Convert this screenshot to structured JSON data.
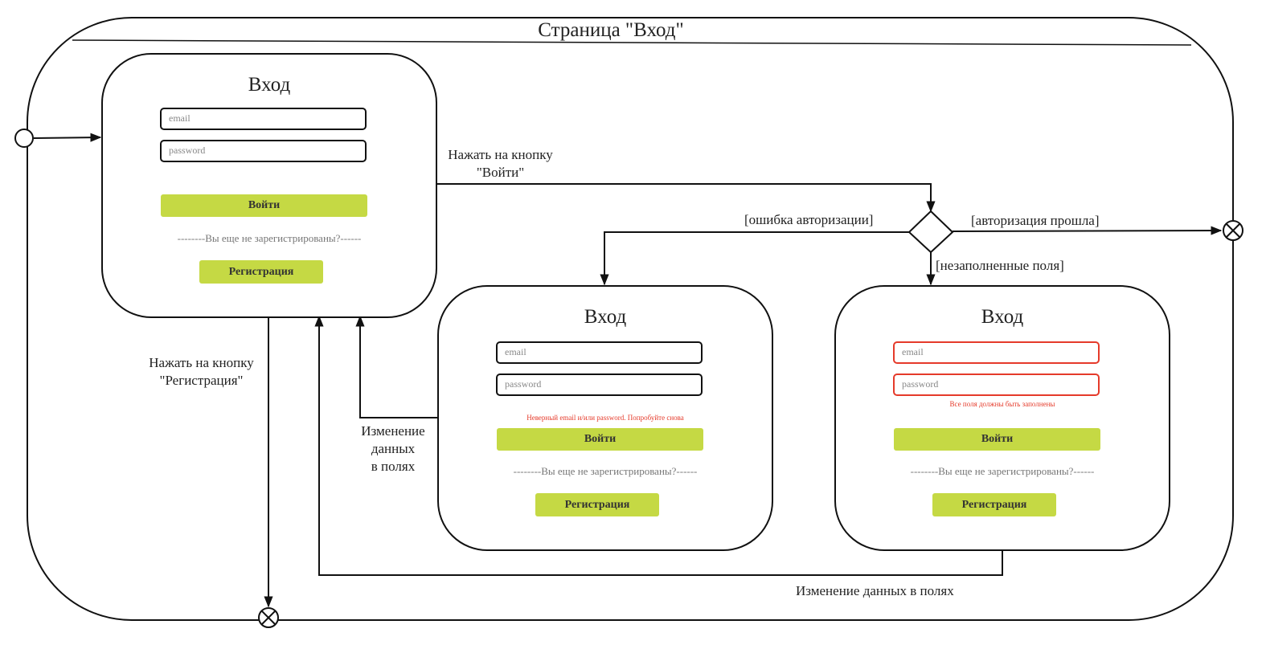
{
  "container": {
    "title": "Страница \"Вход\""
  },
  "forms": [
    {
      "title": "Вход",
      "email_placeholder": "email",
      "password_placeholder": "password",
      "login_label": "Войти",
      "hint": "--------Вы еще не зарегистрированы?------",
      "register_label": "Регистрация",
      "error": ""
    },
    {
      "title": "Вход",
      "email_placeholder": "email",
      "password_placeholder": "password",
      "login_label": "Войти",
      "hint": "--------Вы еще не зарегистрированы?------",
      "register_label": "Регистрация",
      "error": "Неверный email и/или password. Попробуйте снова"
    },
    {
      "title": "Вход",
      "email_placeholder": "email",
      "password_placeholder": "password",
      "login_label": "Войти",
      "hint": "--------Вы еще не зарегистрированы?------",
      "register_label": "Регистрация",
      "error": "Все поля должны быть заполнены"
    }
  ],
  "transitions": {
    "click_login": [
      "Нажать на кнопку",
      "\"Войти\""
    ],
    "auth_error": "[ошибка авторизации]",
    "auth_success": "[авторизация прошла]",
    "empty_fields": "[незаполненные поля]",
    "click_register": [
      "Нажать на кнопку",
      "\"Регистрация\""
    ],
    "change_data_vertical": [
      "Изменение",
      "данных",
      "в полях"
    ],
    "change_data_bottom": "Изменение данных в полях"
  },
  "colors": {
    "accent": "#c5d944",
    "error": "#e53a2a",
    "line": "#111111"
  }
}
